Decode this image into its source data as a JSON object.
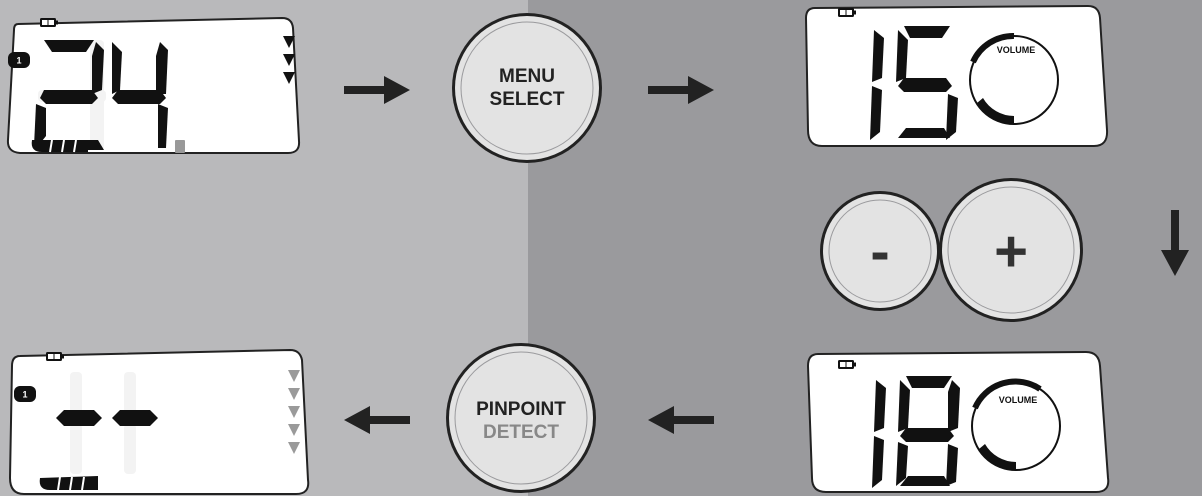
{
  "colors": {
    "left_panel": "#b9b9bb",
    "right_panel": "#9a9a9d",
    "lcd_face": "#ffffff",
    "segment_on": "#111111",
    "segment_ghost": "#f2f2f2",
    "button_face": "#e3e3e3",
    "arrow": "#222222"
  },
  "screen_start": {
    "mode_number": "1",
    "value": "24",
    "sensitivity_arrows": 3
  },
  "menu_button": {
    "line1": "MENU",
    "line2": "SELECT"
  },
  "screen_volume_default": {
    "value": "15",
    "label": "VOLUME"
  },
  "minus_button": {
    "label": "-"
  },
  "plus_button": {
    "label": "+"
  },
  "screen_volume_adjusted": {
    "value": "18",
    "label": "VOLUME"
  },
  "pinpoint_button": {
    "line1": "PINPOINT",
    "line2": "DETECT"
  },
  "screen_end": {
    "mode_number": "1",
    "value": "- -",
    "sensitivity_arrows": 5
  },
  "icons": [
    "battery-icon",
    "arrow-right-icon",
    "arrow-down-icon",
    "arrow-left-icon",
    "volume-dial-icon",
    "sensitivity-arrows-icon"
  ]
}
